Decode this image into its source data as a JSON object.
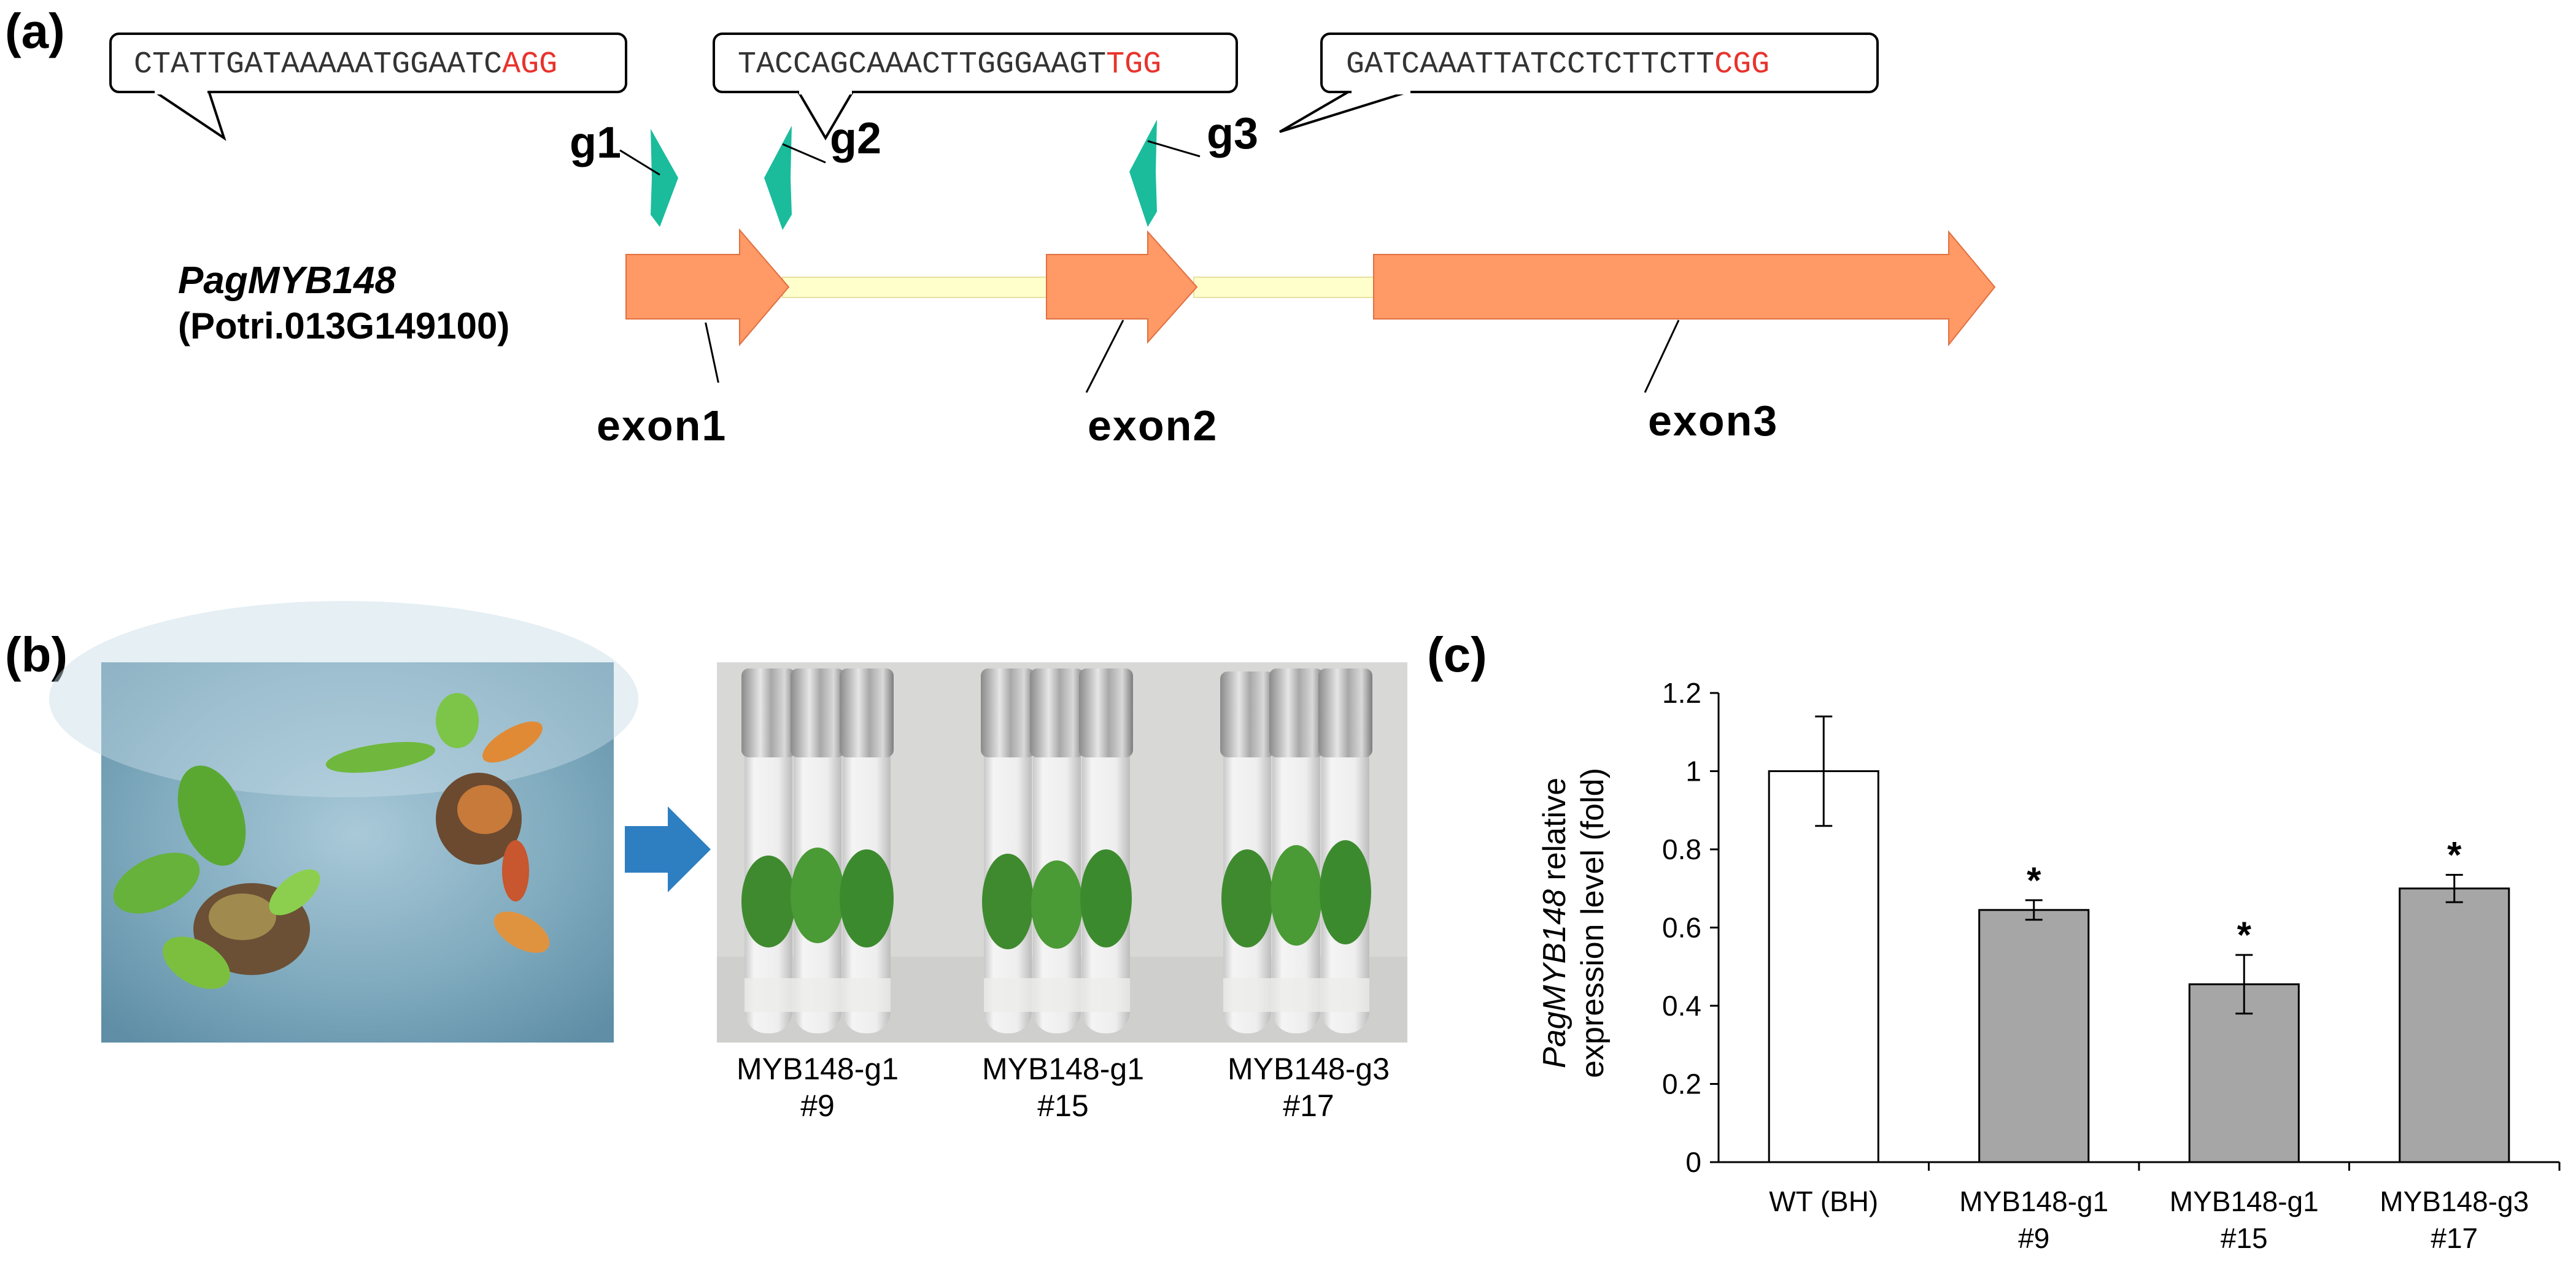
{
  "panel_a": {
    "label": "(a)",
    "gene_name": "PagMYB148",
    "gene_id": "(Potri.013G149100)",
    "guides": [
      {
        "name": "g1",
        "seq": "CTATTGATAAAAATGGAATC",
        "pam": "AGG"
      },
      {
        "name": "g2",
        "seq": "TACCAGCAAACTTGGGAAGT",
        "pam": "TGG"
      },
      {
        "name": "g3",
        "seq": "GATCAAATTATCCTCTTCTT",
        "pam": "CGG"
      }
    ],
    "exons": [
      "exon1",
      "exon2",
      "exon3"
    ],
    "colors": {
      "exon": "#ff9966",
      "intron": "#ffffcc",
      "guide_arrow": "#1abc9c",
      "pam": "#e8332d"
    }
  },
  "panel_b": {
    "label": "(b)",
    "captions": [
      {
        "line1": "MYB148-g1",
        "line2": "#9"
      },
      {
        "line1": "MYB148-g1",
        "line2": "#15"
      },
      {
        "line1": "MYB148-g3",
        "line2": "#17"
      }
    ],
    "colors": {
      "arrow": "#2e7fc1"
    }
  },
  "panel_c": {
    "label": "(c)"
  },
  "chart_data": {
    "type": "bar",
    "title": "",
    "ylabel_italic": "PagMYB148",
    "ylabel_rest": " relative",
    "ylabel_line2": "expression level (fold)",
    "categories": [
      {
        "line1": "WT (BH)",
        "line2": ""
      },
      {
        "line1": "MYB148-g1",
        "line2": "#9"
      },
      {
        "line1": "MYB148-g1",
        "line2": "#15"
      },
      {
        "line1": "MYB148-g3",
        "line2": "#17"
      }
    ],
    "values": [
      1.0,
      0.645,
      0.455,
      0.7
    ],
    "errors": [
      0.14,
      0.025,
      0.075,
      0.035
    ],
    "significant": [
      false,
      true,
      true,
      true
    ],
    "sig_marker": "*",
    "ylim": [
      0,
      1.2
    ],
    "yticks": [
      "0",
      "0.2",
      "0.4",
      "0.6",
      "0.8",
      "1",
      "1.2"
    ],
    "ytick_values": [
      0,
      0.2,
      0.4,
      0.6,
      0.8,
      1.0,
      1.2
    ],
    "bar_colors": [
      "#ffffff",
      "#a6a6a6",
      "#a6a6a6",
      "#a6a6a6"
    ],
    "grid": false
  }
}
